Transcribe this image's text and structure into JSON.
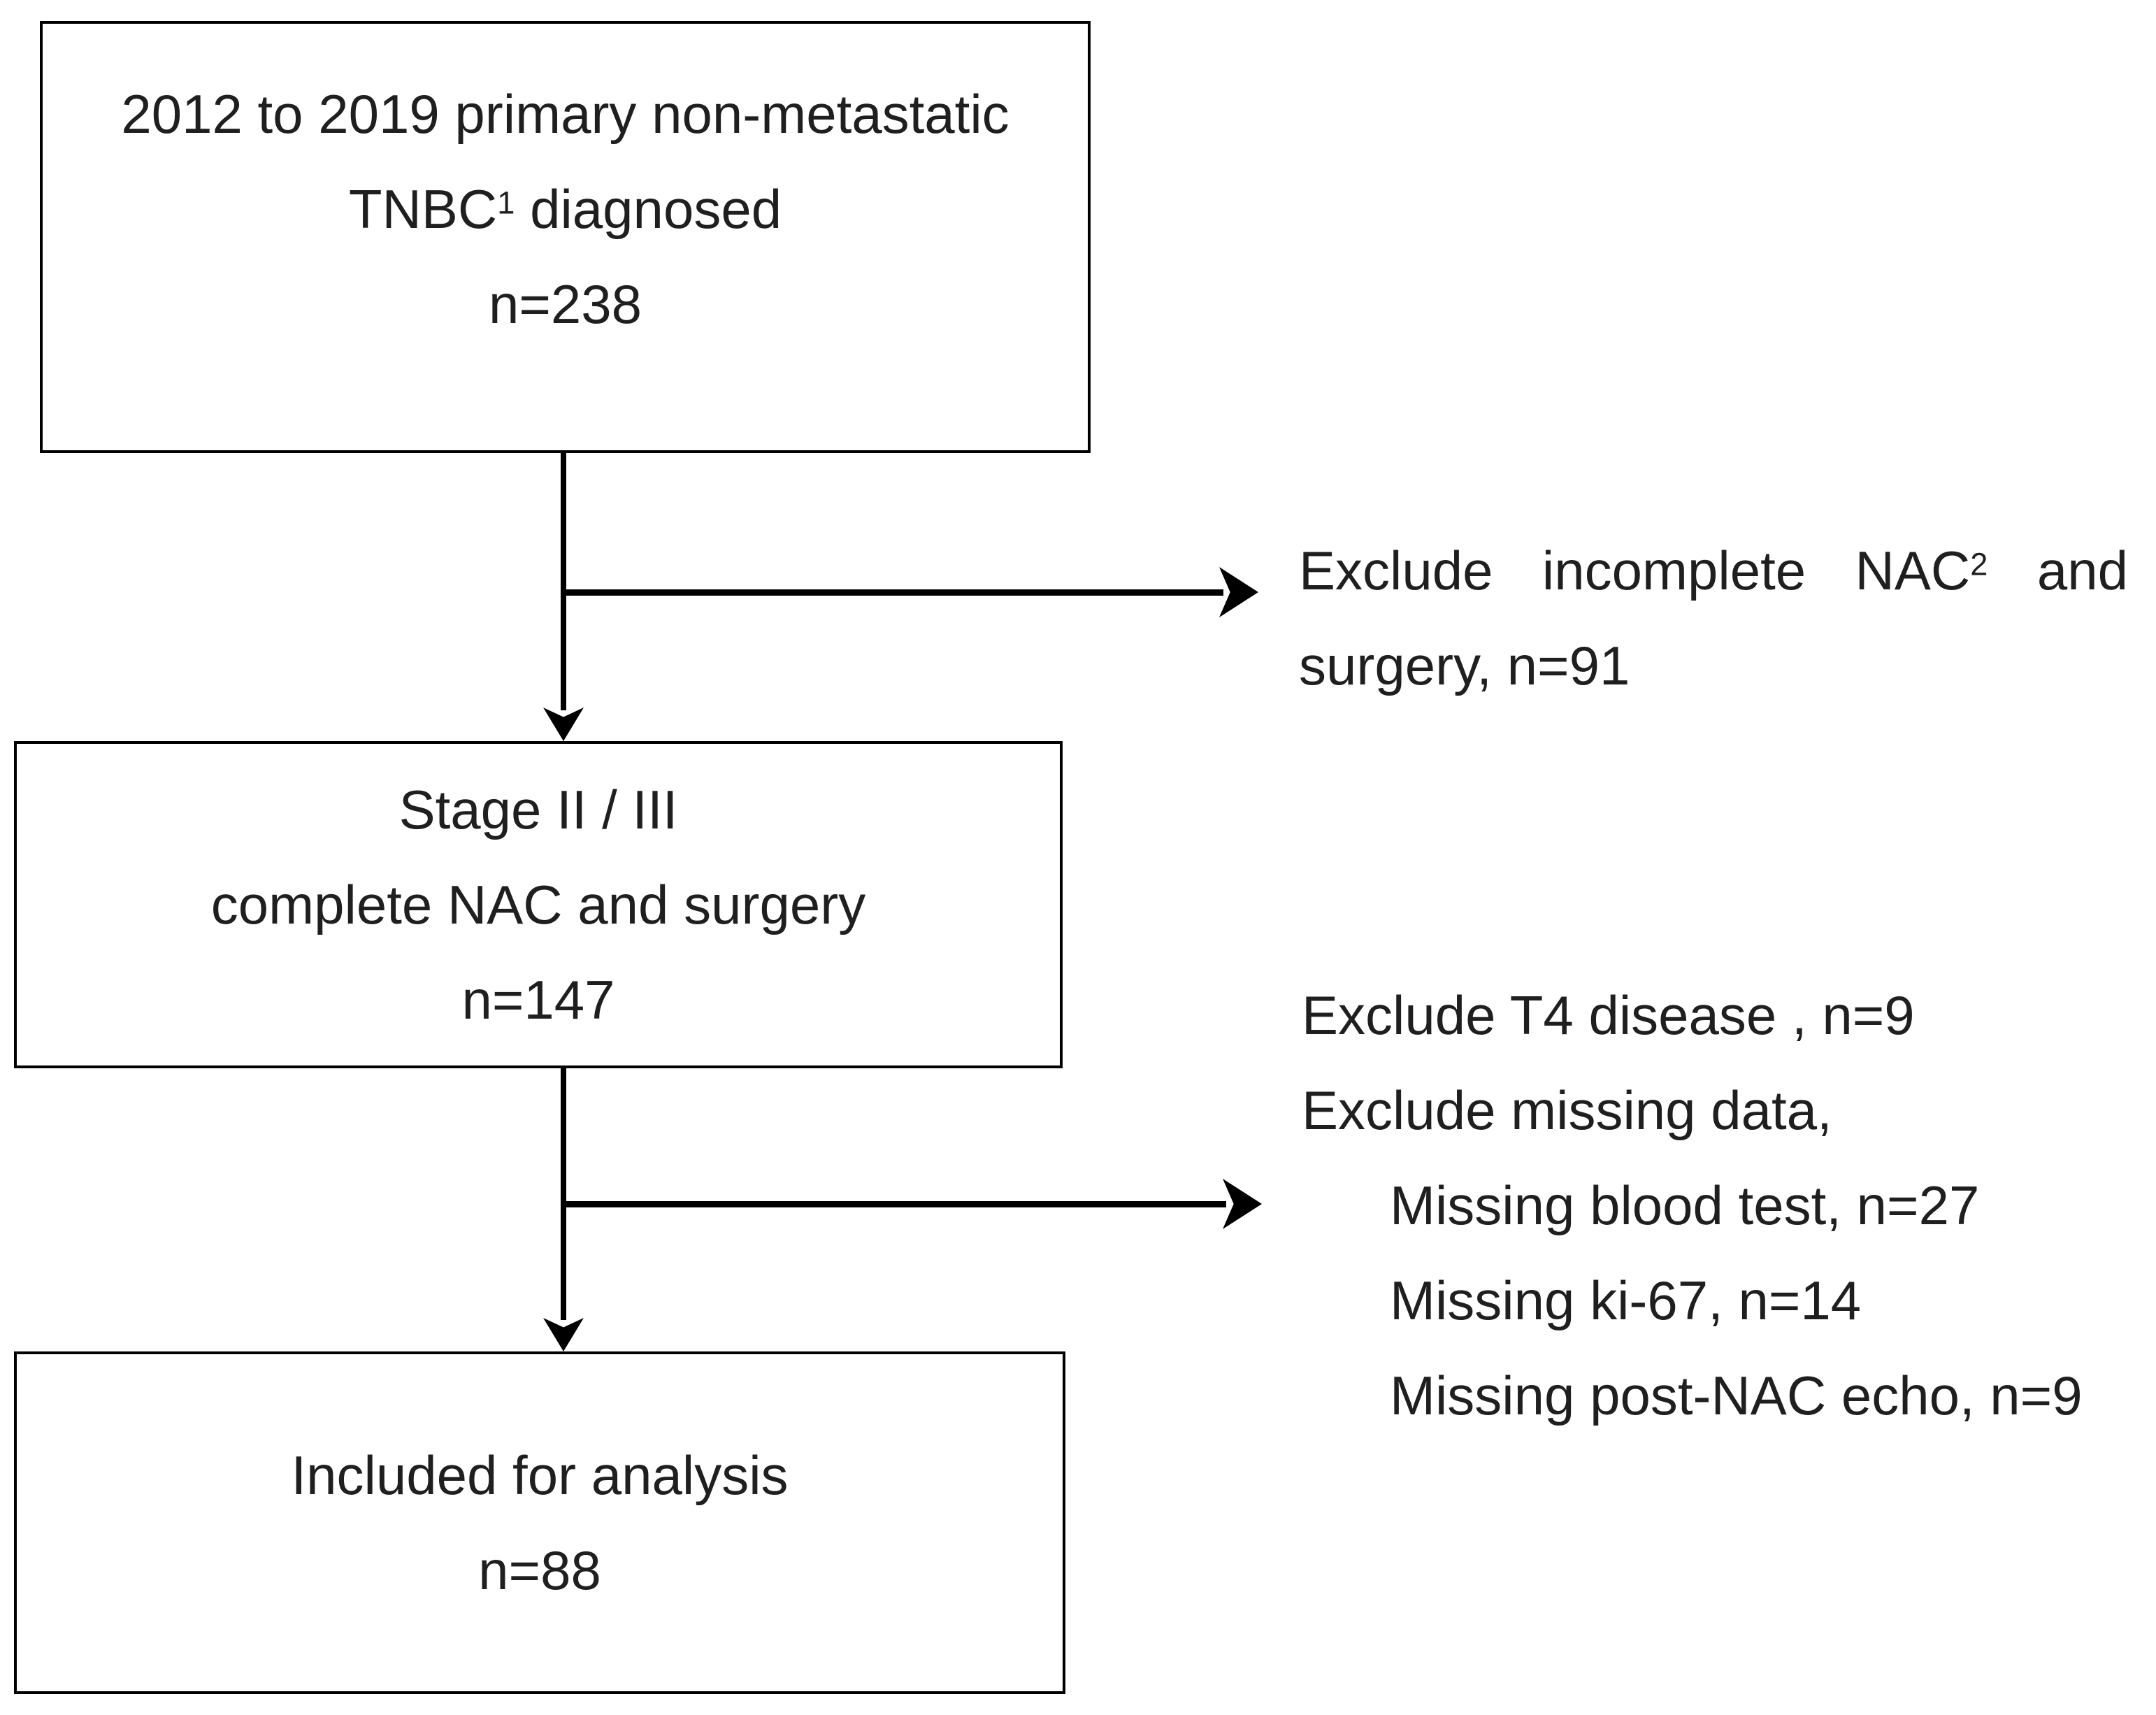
{
  "colors": {
    "background": "#ffffff",
    "stroke": "#000000",
    "text": "#1f1f1f"
  },
  "flowchart": {
    "box1": {
      "line1": "2012 to 2019 primary non-metastatic",
      "line2_pre": "TNBC",
      "line2_sup": "1",
      "line2_post": " diagnosed",
      "line3": "n=238"
    },
    "exclusion1": {
      "word1": "Exclude",
      "word2": "incomplete",
      "word3": "NAC",
      "word3_sup": "2",
      "word4": "and",
      "line2": "surgery, n=91"
    },
    "box2": {
      "line1": "Stage II / III",
      "line2": "complete NAC and surgery",
      "line3": "n=147"
    },
    "exclusion2": {
      "line1": "Exclude T4 disease , n=9",
      "line2": "Exclude missing data,",
      "line3": "Missing blood test, n=27",
      "line4": "Missing ki-67, n=14",
      "line5": "Missing post-NAC echo, n=9"
    },
    "box3": {
      "line1": "Included for analysis",
      "line2": "n=88"
    }
  }
}
